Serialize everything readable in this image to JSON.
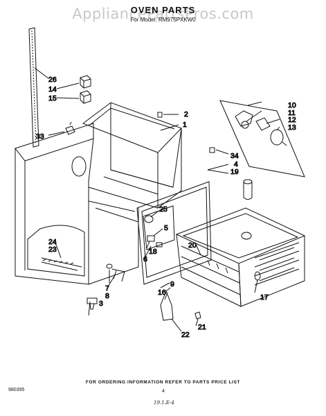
{
  "header": {
    "watermark": "AppliancePartsPros.com",
    "title": "OVEN PARTS",
    "subtitle": "For Model: RM975PXKW0"
  },
  "callouts": {
    "c1": "1",
    "c2": "2",
    "c3": "3",
    "c4": "4",
    "c5": "5",
    "c6": "6",
    "c7": "7",
    "c8": "8",
    "c9": "9",
    "c10": "10",
    "c11": "11",
    "c12": "12",
    "c13": "13",
    "c14": "14",
    "c15": "15",
    "c16": "16",
    "c17": "17",
    "c18": "18",
    "c19": "19",
    "c20": "20",
    "c21": "21",
    "c22": "22",
    "c23": "23",
    "c24": "24",
    "c25": "25",
    "c26": "26",
    "c33": "33",
    "c34": "34"
  },
  "footer": {
    "note": "FOR ORDERING INFORMATION REFER TO PARTS PRICE LIST",
    "doc_number": "980395",
    "page_number": "4",
    "date_mark": "19.1.E-4"
  }
}
